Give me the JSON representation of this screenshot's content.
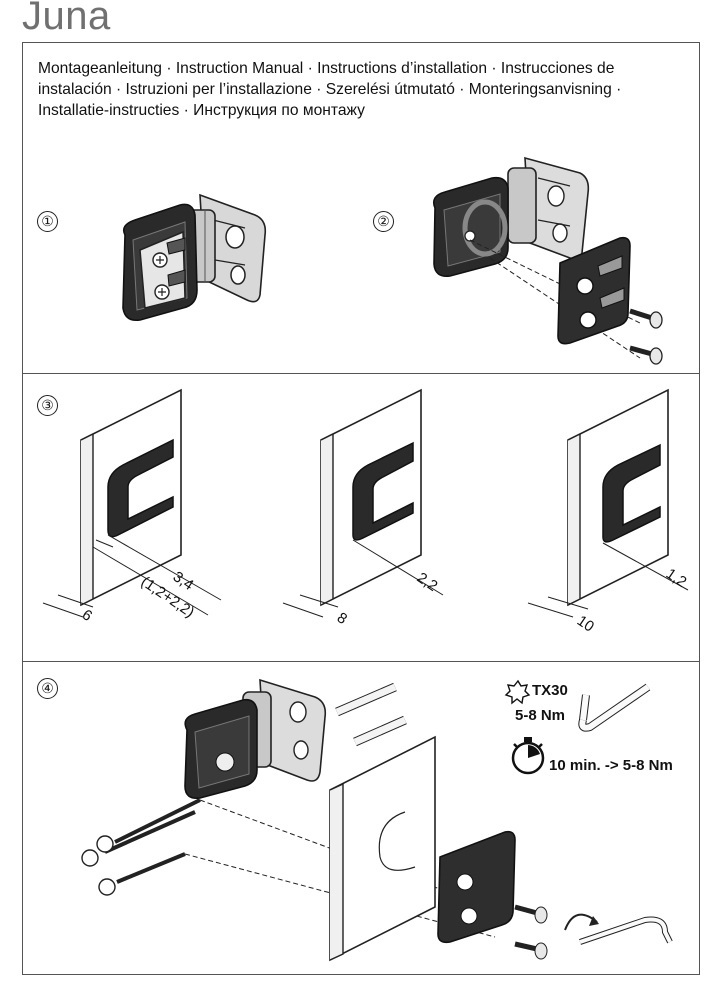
{
  "brand": "Juna",
  "title_lines": [
    "Montageanleitung · Instruction Manual · Instructions d’installation · Instrucciones de",
    "instalación · Istruzioni per l’installazione · Szerelési útmutató · Monteringsanvisning ·",
    "Installatie-instructies · Инструкция по монтажу"
  ],
  "steps": [
    "①",
    "②",
    "③",
    "④"
  ],
  "step3_dims": {
    "a": {
      "depth": "3,4",
      "sub": "(1,2+2,2)",
      "edge": "6"
    },
    "b": {
      "depth": "2,2",
      "edge": "8"
    },
    "c": {
      "depth": "1,2",
      "edge": "10"
    }
  },
  "step4": {
    "tool": "TX30",
    "torque": "5-8 Nm",
    "retorque": "10 min. -> 5-8 Nm",
    "icons": [
      "torx-icon",
      "allen-key-icon",
      "stopwatch-icon",
      "rotate-arrow-icon"
    ]
  }
}
